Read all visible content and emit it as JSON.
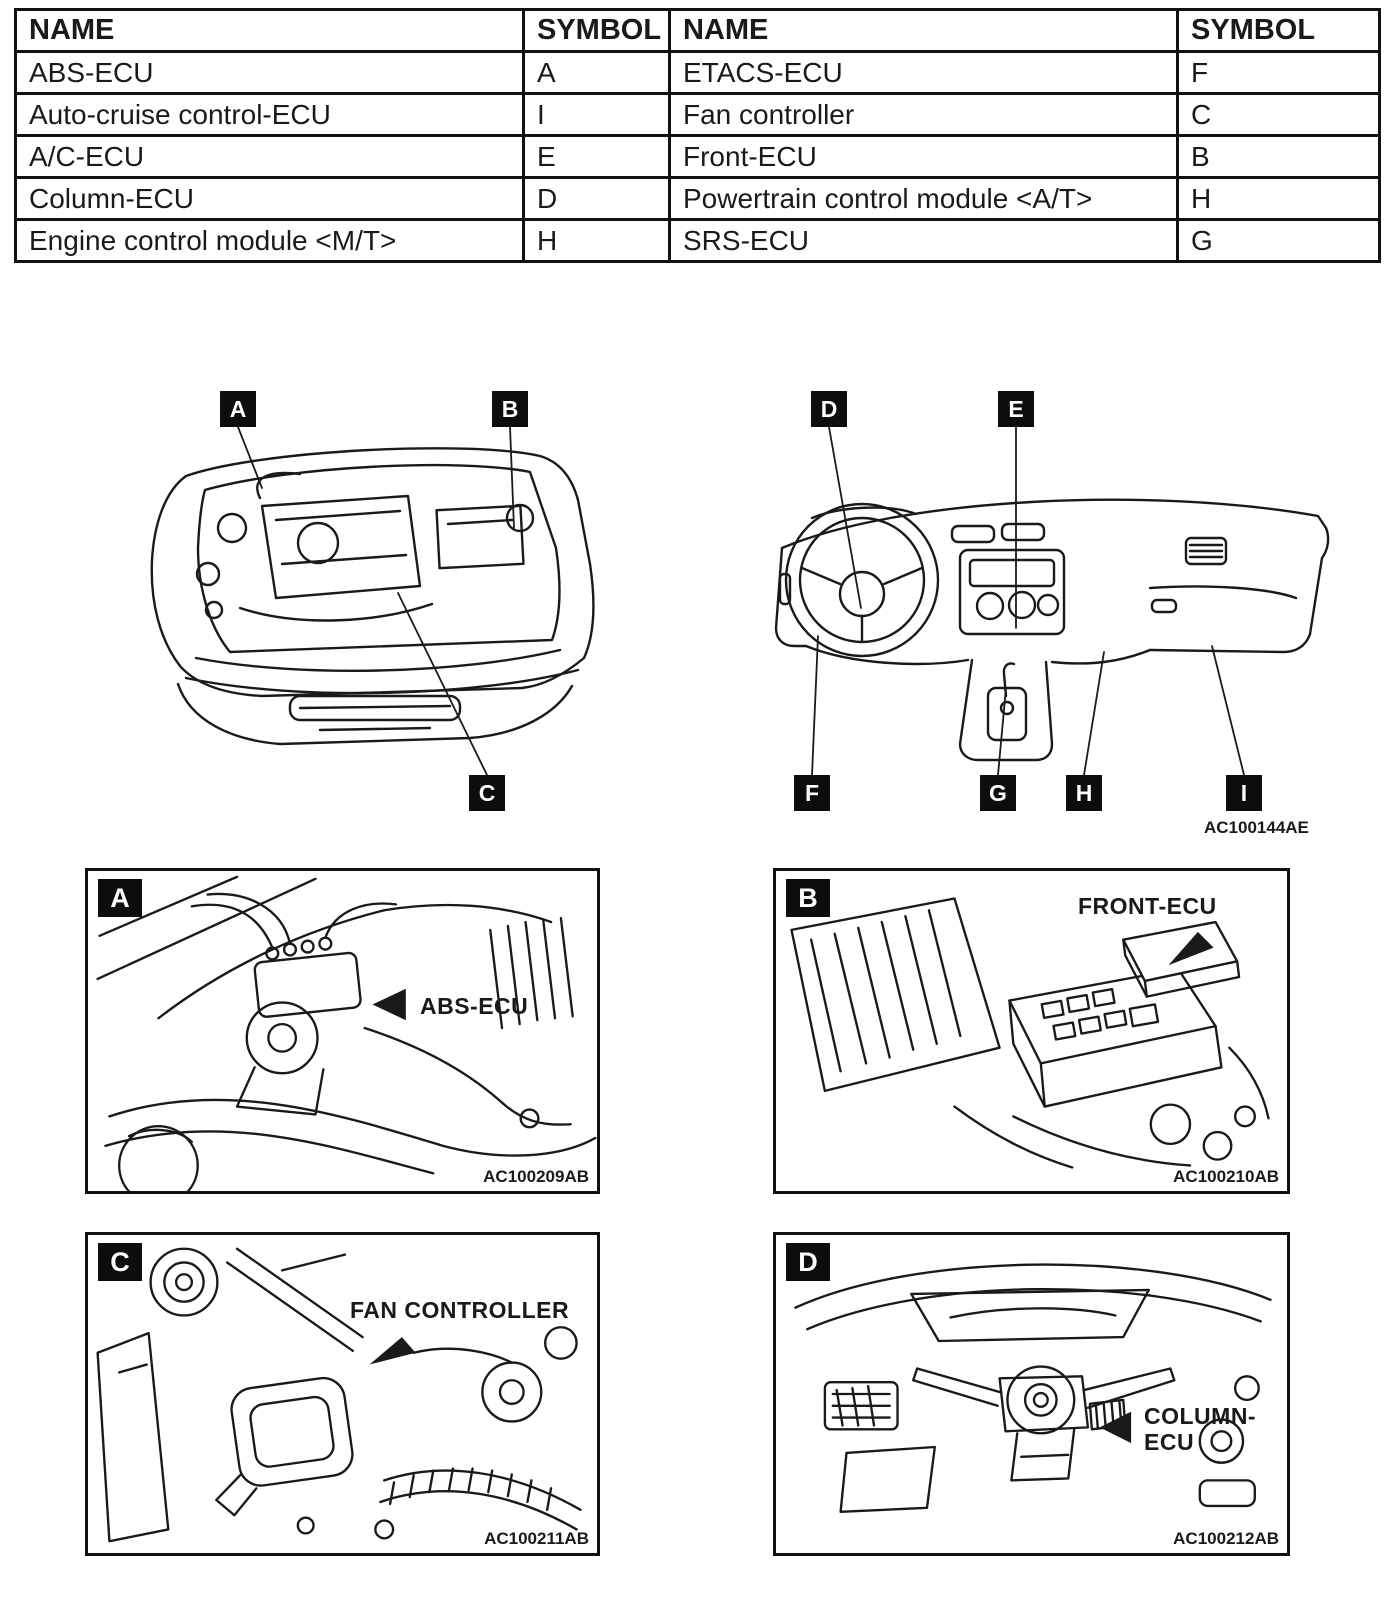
{
  "colors": {
    "ink": "#1a1a1a",
    "paper": "#ffffff"
  },
  "table": {
    "headers": [
      "NAME",
      "SYMBOL",
      "NAME",
      "SYMBOL"
    ],
    "rows": [
      {
        "name1": "ABS-ECU",
        "symbol1": "A",
        "name2": "ETACS-ECU",
        "symbol2": "F"
      },
      {
        "name1": "Auto-cruise control-ECU",
        "symbol1": "I",
        "name2": "Fan controller",
        "symbol2": "C"
      },
      {
        "name1": "A/C-ECU",
        "symbol1": "E",
        "name2": "Front-ECU",
        "symbol2": "B"
      },
      {
        "name1": "Column-ECU",
        "symbol1": "D",
        "name2": "Powertrain control module <A/T>",
        "symbol2": "H"
      },
      {
        "name1": "Engine control module <M/T>",
        "symbol1": "H",
        "name2": "SRS-ECU",
        "symbol2": "G"
      }
    ]
  },
  "overview": {
    "engine_bay_labels": [
      "A",
      "B",
      "C"
    ],
    "dashboard_labels": [
      "D",
      "E",
      "F",
      "G",
      "H",
      "I"
    ],
    "figure_code": "AC100144AE"
  },
  "panels": [
    {
      "letter": "A",
      "callout": "ABS-ECU",
      "code": "AC100209AB"
    },
    {
      "letter": "B",
      "callout": "FRONT-ECU",
      "code": "AC100210AB"
    },
    {
      "letter": "C",
      "callout": "FAN CONTROLLER",
      "code": "AC100211AB"
    },
    {
      "letter": "D",
      "callout": "COLUMN-ECU",
      "code": "AC100212AB"
    }
  ]
}
